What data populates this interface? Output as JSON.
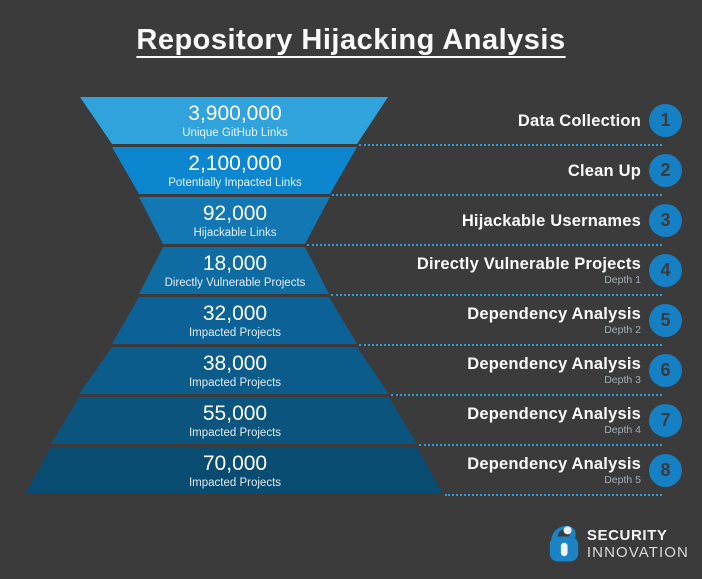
{
  "title": "Repository Hijacking Analysis",
  "colors": {
    "background": "#3B3B3B",
    "dotted_line": "#2F9AD4",
    "stage_circle": "#1581C4",
    "circle_number_text": "#3B3B3B",
    "segment_colors": [
      "#31A3DC",
      "#0C87CF",
      "#1377B4",
      "#0E6CA3",
      "#0C6296",
      "#0B5B8B",
      "#0A547E",
      "#094C71"
    ]
  },
  "funnel": {
    "rows": [
      {
        "value": "3,900,000",
        "label": "Unique GitHub Links",
        "stage": "Data Collection",
        "depth": "",
        "number": "1"
      },
      {
        "value": "2,100,000",
        "label": "Potentially Impacted Links",
        "stage": "Clean Up",
        "depth": "",
        "number": "2"
      },
      {
        "value": "92,000",
        "label": "Hijackable Links",
        "stage": "Hijackable Usernames",
        "depth": "",
        "number": "3"
      },
      {
        "value": "18,000",
        "label": "Directly Vulnerable Projects",
        "stage": "Directly Vulnerable Projects",
        "depth": "Depth 1",
        "number": "4"
      },
      {
        "value": "32,000",
        "label": "Impacted Projects",
        "stage": "Dependency Analysis",
        "depth": "Depth 2",
        "number": "5"
      },
      {
        "value": "38,000",
        "label": "Impacted Projects",
        "stage": "Dependency Analysis",
        "depth": "Depth 3",
        "number": "6"
      },
      {
        "value": "55,000",
        "label": "Impacted Projects",
        "stage": "Dependency Analysis",
        "depth": "Depth 4",
        "number": "7"
      },
      {
        "value": "70,000",
        "label": "Impacted Projects",
        "stage": "Dependency Analysis",
        "depth": "Depth 5",
        "number": "8"
      }
    ]
  },
  "logo": {
    "line1": "SECURITY",
    "line2": "INNOVATION"
  },
  "chart_data": {
    "type": "funnel",
    "title": "Repository Hijacking Analysis",
    "categories": [
      "Unique GitHub Links",
      "Potentially Impacted Links",
      "Hijackable Links",
      "Directly Vulnerable Projects",
      "Impacted Projects (Depth 2)",
      "Impacted Projects (Depth 3)",
      "Impacted Projects (Depth 4)",
      "Impacted Projects (Depth 5)"
    ],
    "values": [
      3900000,
      2100000,
      92000,
      18000,
      32000,
      38000,
      55000,
      70000
    ],
    "stages": [
      {
        "number": 1,
        "name": "Data Collection",
        "depth": null
      },
      {
        "number": 2,
        "name": "Clean Up",
        "depth": null
      },
      {
        "number": 3,
        "name": "Hijackable Usernames",
        "depth": null
      },
      {
        "number": 4,
        "name": "Directly Vulnerable Projects",
        "depth": 1
      },
      {
        "number": 5,
        "name": "Dependency Analysis",
        "depth": 2
      },
      {
        "number": 6,
        "name": "Dependency Analysis",
        "depth": 3
      },
      {
        "number": 7,
        "name": "Dependency Analysis",
        "depth": 4
      },
      {
        "number": 8,
        "name": "Dependency Analysis",
        "depth": 5
      }
    ],
    "layout": "hourglass funnel narrowing rows 1-4 then widening rows 4-8, stage labels right-aligned with numbered circles"
  }
}
